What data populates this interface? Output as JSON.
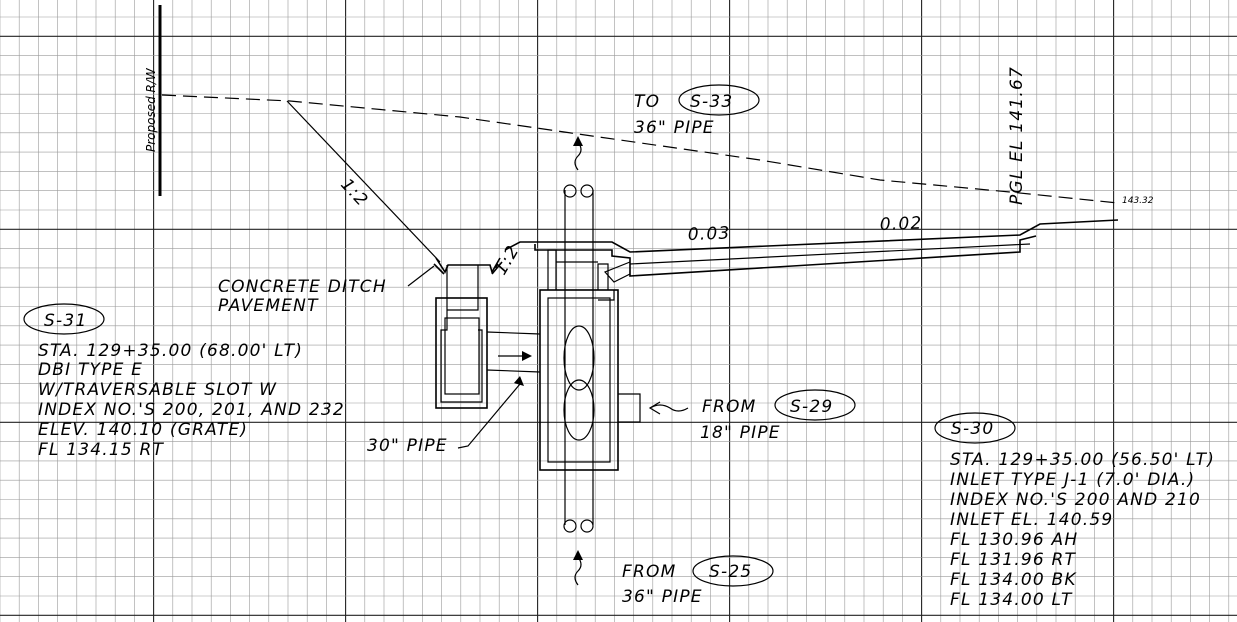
{
  "proposed_rw": "Proposed R/W",
  "pgl": {
    "label": "PGL EL 141.67",
    "end_elevation": "143.32"
  },
  "slopes": {
    "side_slope": "1:2",
    "inner_slope": "1:2",
    "slope_a": "0.03",
    "slope_b": "0.02"
  },
  "ditch_callout": {
    "line1": "CONCRETE DITCH",
    "line2": "PAVEMENT"
  },
  "to_s33": {
    "prefix": "TO",
    "structure": "S-33",
    "pipe": "36\" PIPE"
  },
  "from_s29": {
    "prefix": "FROM",
    "structure": "S-29",
    "pipe": "18\" PIPE"
  },
  "from_s25": {
    "prefix": "FROM",
    "structure": "S-25",
    "pipe": "36\" PIPE"
  },
  "pipe_30": "30\" PIPE",
  "s31": {
    "id": "S-31",
    "lines": [
      "STA. 129+35.00 (68.00' LT)",
      "DBI TYPE E",
      "W/TRAVERSABLE SLOT W",
      "INDEX NO.'S 200, 201, AND 232",
      "ELEV. 140.10 (GRATE)",
      "FL 134.15 RT"
    ]
  },
  "s30": {
    "id": "S-30",
    "lines": [
      "STA. 129+35.00 (56.50' LT)",
      "INLET TYPE J-1 (7.0' DIA.)",
      "INDEX NO.'S 200 AND 210",
      "INLET EL. 140.59",
      "FL 130.96 AH",
      "FL 131.96 RT",
      "FL 134.00 BK",
      "FL 134.00 LT"
    ]
  }
}
